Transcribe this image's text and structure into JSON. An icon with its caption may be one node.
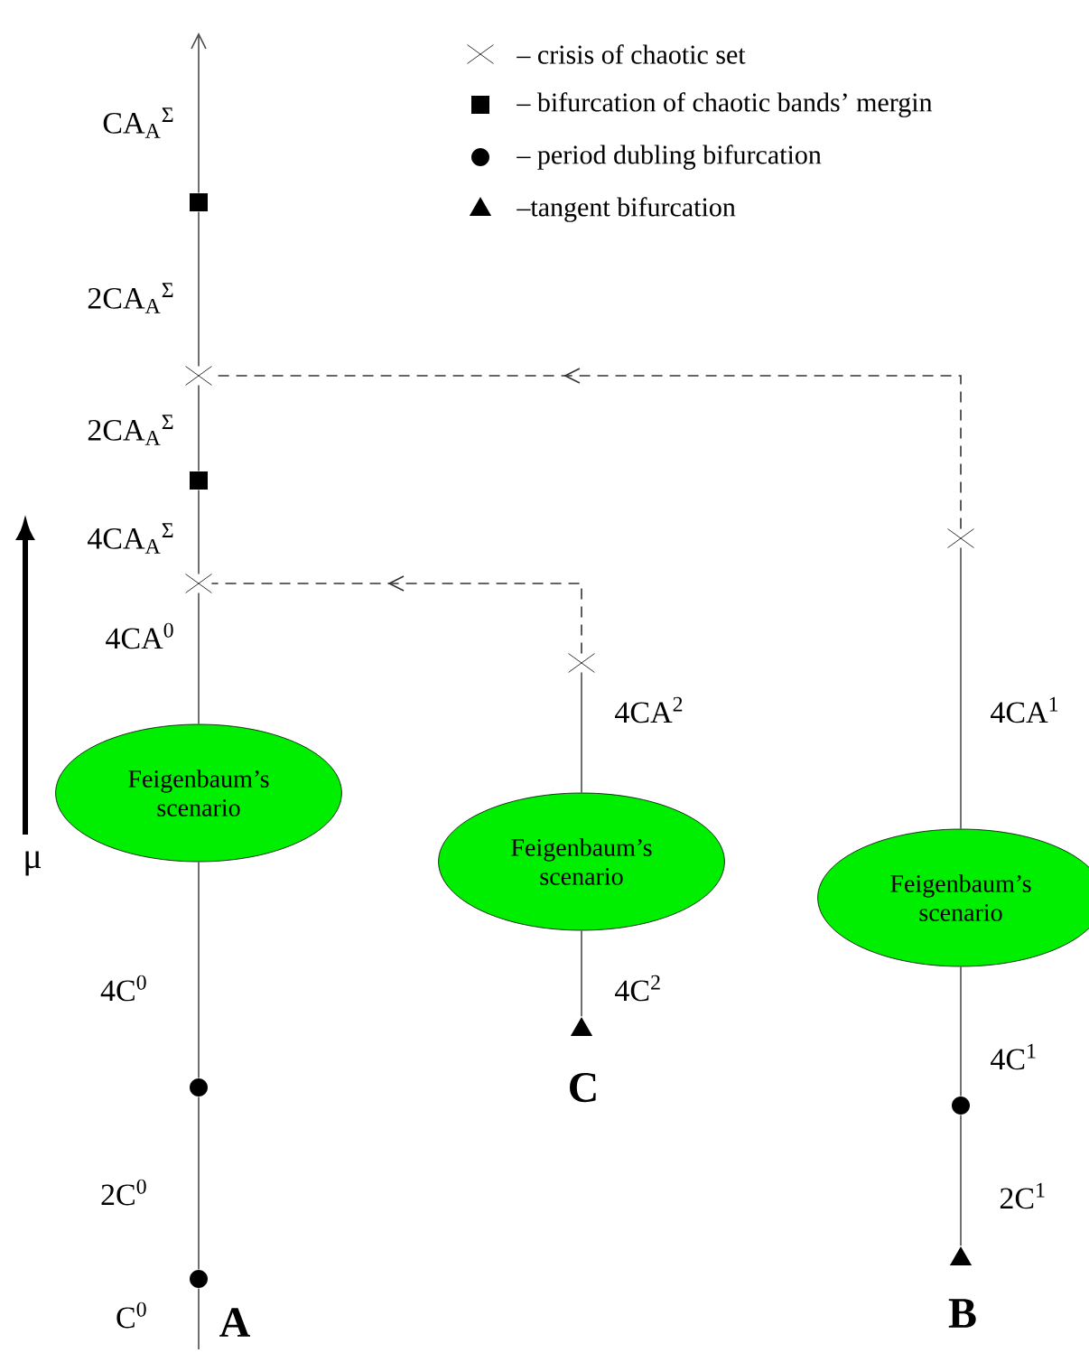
{
  "diagram": {
    "nodes": [
      {
        "text": [
          "Feigenbaum’s scenario"
        ]
      },
      {
        "text": [
          "Feigenbaum’s scenario"
        ]
      },
      {
        "text": [
          "Feigenbaum’s scenario"
        ]
      },
      {
        "text": [],
        "shape": "cross"
      },
      {
        "text": [],
        "shape": "cross"
      },
      {
        "text": [],
        "shape": "cross"
      },
      {
        "text": [],
        "shape": "cross"
      },
      {
        "text": [],
        "shape": "square"
      },
      {
        "text": [],
        "shape": "square"
      },
      {
        "text": [],
        "shape": "circle"
      },
      {
        "text": [],
        "shape": "circle"
      },
      {
        "text": [],
        "shape": "circle"
      },
      {
        "text": [],
        "shape": "triangle"
      },
      {
        "text": [],
        "shape": "triangle"
      }
    ],
    "edges": [
      {
        "from": 6,
        "to": 3,
        "arrow": "to",
        "style": "dashed"
      },
      {
        "from": 5,
        "to": 4,
        "arrow": "to",
        "style": "dashed"
      },
      {
        "from": 10,
        "to": 9,
        "arrow": "none"
      },
      {
        "from": 9,
        "to": 0,
        "arrow": "none"
      },
      {
        "from": 0,
        "to": 4,
        "arrow": "none"
      },
      {
        "from": 4,
        "to": 8,
        "arrow": "none"
      },
      {
        "from": 8,
        "to": 3,
        "arrow": "none"
      },
      {
        "from": 3,
        "to": 7,
        "arrow": "none"
      },
      {
        "from": 7,
        "to": null,
        "arrow": "to"
      },
      {
        "from": 12,
        "to": 1,
        "arrow": "none"
      },
      {
        "from": 1,
        "to": 5,
        "arrow": "none"
      },
      {
        "from": 13,
        "to": 11,
        "arrow": "none"
      },
      {
        "from": 11,
        "to": 2,
        "arrow": "none"
      },
      {
        "from": 2,
        "to": 6,
        "arrow": "none"
      }
    ],
    "labels": [
      "CA$_{A}$$^{Σ}$",
      "2CA$_{A}$$^{Σ}$",
      "2CA$_{A}$$^{Σ}$",
      "4CA$_{A}$$^{Σ}$",
      "4CA$^{0}$",
      "4CA$^{2}$",
      "4CA$^{1}$",
      "μ",
      "4C$^{0}$",
      "4C$^{2}$",
      "C",
      "4C$^{1}$",
      "2C$^{0}$",
      "2C$^{1}$",
      "C$^{0}$",
      "A",
      "B"
    ],
    "legend": [
      {
        "text": "– crisis of chaotic set"
      },
      {
        "text": "– bifurcation of chaotic bands’ mergin"
      },
      {
        "text": "– period dubling bifurcation"
      },
      {
        "text": "–tangent bifurcation"
      }
    ]
  }
}
